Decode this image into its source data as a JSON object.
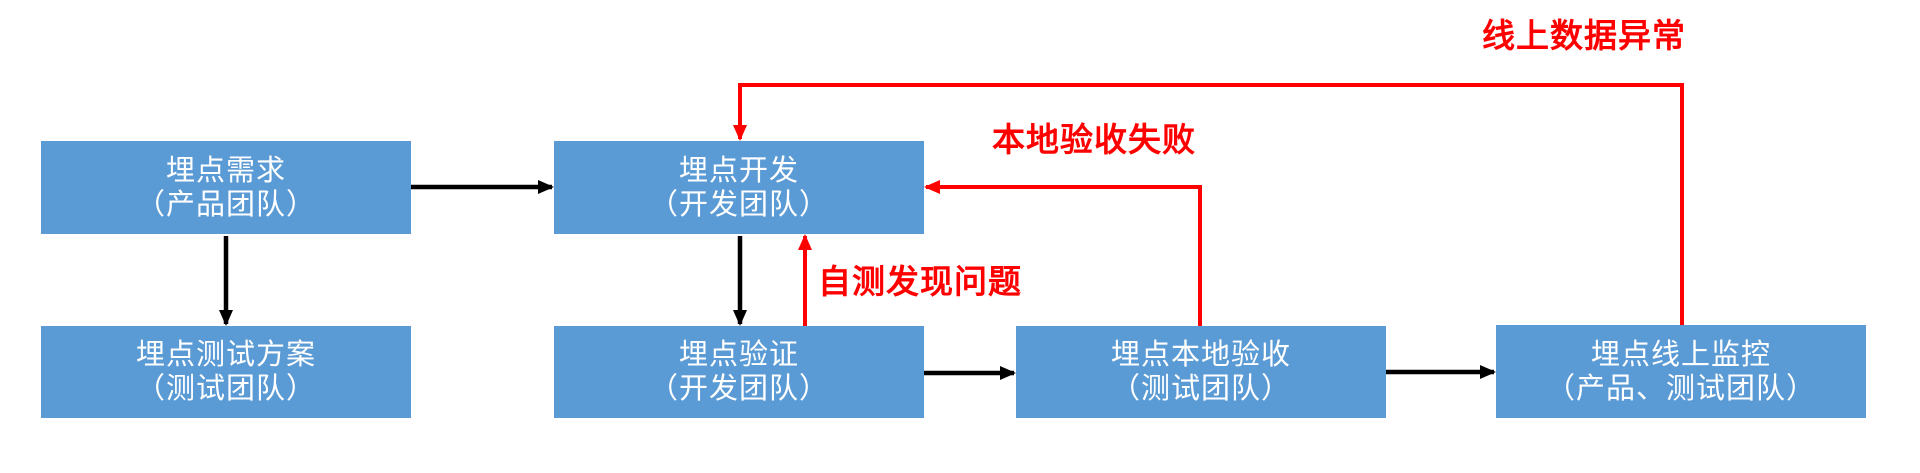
{
  "diagram": {
    "type": "flowchart",
    "colors": {
      "node_fill": "#5B9BD5",
      "node_text": "#FFFFFF",
      "edge_black": "#000000",
      "edge_red": "#FF0000",
      "background": "#FFFFFF"
    },
    "nodes": [
      {
        "id": "requirement",
        "line1": "埋点需求",
        "line2": "（产品团队）"
      },
      {
        "id": "test-plan",
        "line1": "埋点测试方案",
        "line2": "（测试团队）"
      },
      {
        "id": "development",
        "line1": "埋点开发",
        "line2": "（开发团队）"
      },
      {
        "id": "verification",
        "line1": "埋点验证",
        "line2": "（开发团队）"
      },
      {
        "id": "local-acceptance",
        "line1": "埋点本地验收",
        "line2": "（测试团队）"
      },
      {
        "id": "online-monitor",
        "line1": "埋点线上监控",
        "line2": "（产品、测试团队）"
      }
    ],
    "edges": [
      {
        "from": "埋点需求",
        "to": "埋点开发",
        "color": "black",
        "label": ""
      },
      {
        "from": "埋点需求",
        "to": "埋点测试方案",
        "color": "black",
        "label": ""
      },
      {
        "from": "埋点开发",
        "to": "埋点验证",
        "color": "black",
        "label": ""
      },
      {
        "from": "埋点验证",
        "to": "埋点本地验收",
        "color": "black",
        "label": ""
      },
      {
        "from": "埋点本地验收",
        "to": "埋点线上监控",
        "color": "black",
        "label": ""
      },
      {
        "from": "埋点验证",
        "to": "埋点开发",
        "color": "red",
        "label": "自测发现问题"
      },
      {
        "from": "埋点本地验收",
        "to": "埋点开发",
        "color": "red",
        "label": "本地验收失败"
      },
      {
        "from": "埋点线上监控",
        "to": "埋点开发",
        "color": "red",
        "label": "线上数据异常"
      }
    ],
    "edge_labels": {
      "online_anomaly": "线上数据异常",
      "local_acceptance_fail": "本地验收失败",
      "self_test_issue": "自测发现问题"
    }
  }
}
